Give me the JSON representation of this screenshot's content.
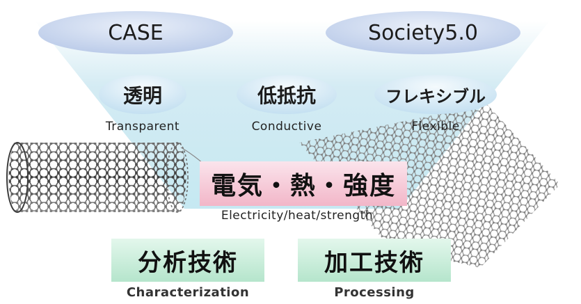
{
  "top_concepts": [
    "CASE",
    "Society5.0"
  ],
  "properties": [
    {
      "ja": "透明",
      "en": "Transparent"
    },
    {
      "ja": "低抵抗",
      "en": "Conductive"
    },
    {
      "ja": "フレキシブル",
      "en": "Flexible"
    }
  ],
  "center": {
    "ja": "電気・熱・強度",
    "en": "Electricity/heat/strength"
  },
  "bottom": [
    {
      "ja": "分析技術",
      "en": "Characterization"
    },
    {
      "ja": "加工技術",
      "en": "Processing"
    }
  ],
  "colors": {
    "funnel_top": "#cfe9f2",
    "funnel_bottom": "#bfe6f0",
    "top_ellipse": "#c9d6ee",
    "prop_ellipse": "#d6eaf6",
    "center_box": "#f4c4d2",
    "bottom_box": "#c4ebd8",
    "nanotube_stroke": "#555555",
    "graphene_stroke": "#9a9a9a"
  }
}
